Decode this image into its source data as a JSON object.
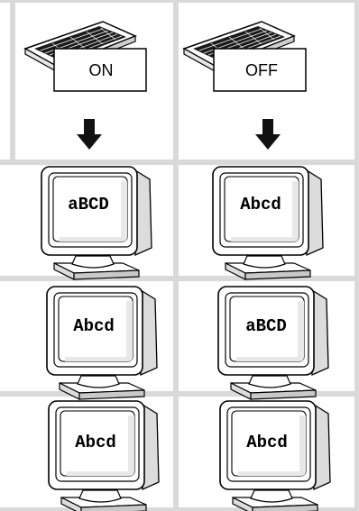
{
  "columns": [
    {
      "keyboard_label": "ON",
      "screens": [
        "aBCD",
        "Abcd",
        "Abcd"
      ]
    },
    {
      "keyboard_label": "OFF",
      "screens": [
        "Abcd",
        "aBCD",
        "Abcd"
      ]
    }
  ],
  "colors": {
    "grid": "#d9d9d9",
    "background": "#ffffff",
    "outline": "#000000",
    "shadow": "#c8c8c8"
  }
}
